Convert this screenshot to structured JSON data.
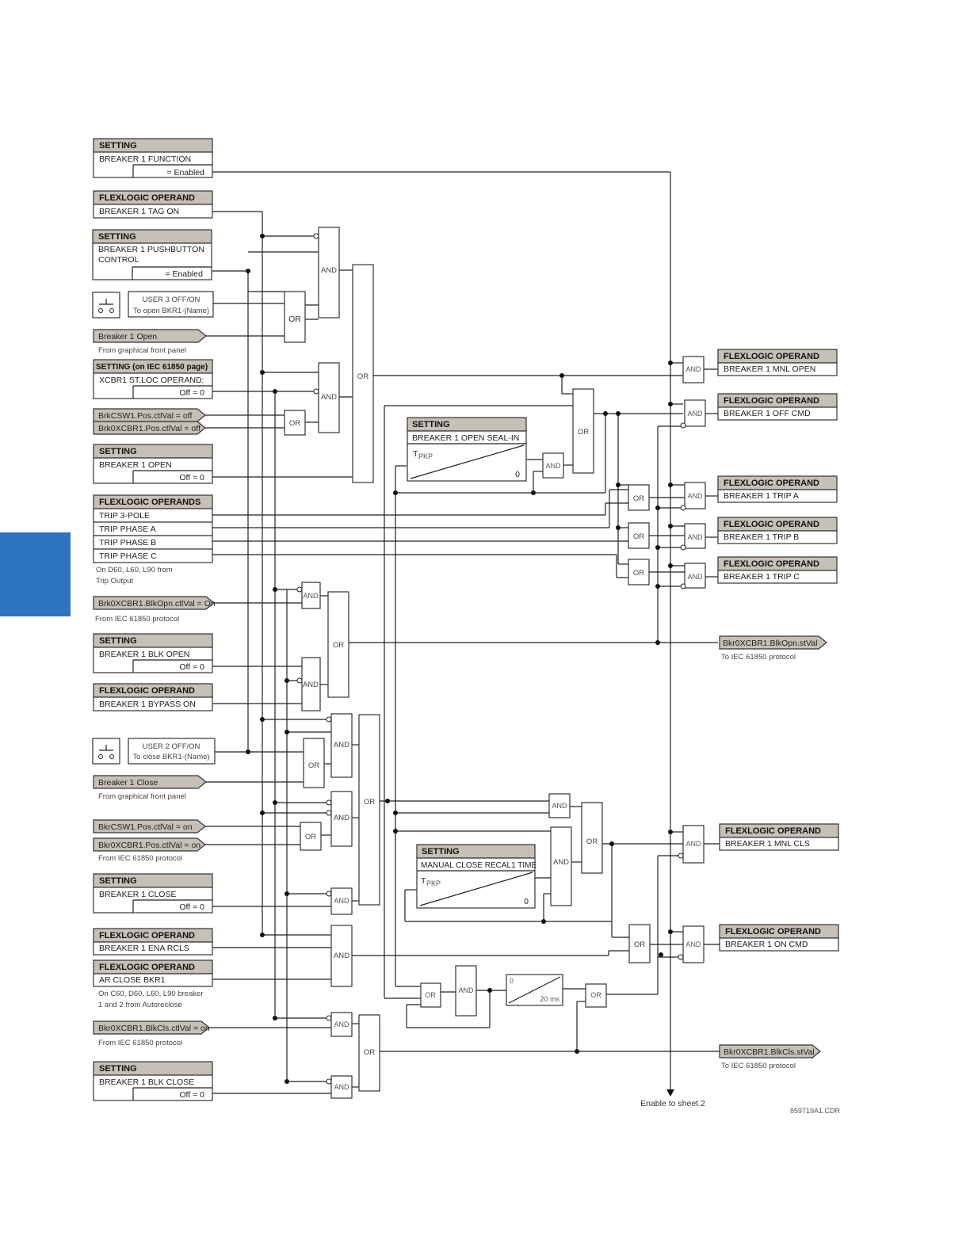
{
  "figure_id": "859719A1.CDR",
  "inputs": {
    "set_function": {
      "hdr": "SETTING",
      "l1": "BREAKER 1 FUNCTION",
      "val": "= Enabled"
    },
    "fl_tag_on": {
      "hdr": "FLEXLOGIC OPERAND",
      "l1": "BREAKER 1 TAG ON"
    },
    "set_pushbutton": {
      "hdr": "SETTING",
      "l1": "BREAKER 1 PUSHBUTTON",
      "l2": "CONTROL",
      "val": "= Enabled"
    },
    "user3": {
      "l1": "USER 3 OFF/ON",
      "l2": "To open BKR1-(Name)"
    },
    "brk_open_panel": {
      "label": "Breaker 1 Open",
      "note": "From graphical front panel"
    },
    "iec_loc": {
      "hdr": "SETTING (on IEC 61850 page)",
      "l1": "XCBR1 ST.LOC OPERAND:",
      "val": "Off = 0"
    },
    "brkcsw_off": {
      "label": "BrkCSW1.Pos.ctlVal = off"
    },
    "brkxcbr_off": {
      "label": "Brk0XCBR1.Pos.ctlVal = off"
    },
    "set_open": {
      "hdr": "SETTING",
      "l1": "BREAKER 1 OPEN",
      "val": "Off = 0"
    },
    "fl_trip": {
      "hdr": "FLEXLOGIC OPERANDS",
      "rows": [
        "TRIP 3-POLE",
        "TRIP PHASE A",
        "TRIP PHASE B",
        "TRIP PHASE C"
      ],
      "note1": "On D60, L60, L90 from",
      "note2": "Trip Output"
    },
    "blkopn_ctl": {
      "label": "Brk0XCBR1.BlkOpn.ctlVal = On",
      "note": "From IEC 61850 protocol"
    },
    "set_blk_open": {
      "hdr": "SETTING",
      "l1": "BREAKER 1 BLK OPEN",
      "val": "Off = 0"
    },
    "fl_bypass": {
      "hdr": "FLEXLOGIC OPERAND",
      "l1": "BREAKER 1 BYPASS ON"
    },
    "user2": {
      "l1": "USER 2 OFF/ON",
      "l2": "To close BKR1-(Name)"
    },
    "brk_close_panel": {
      "label": "Breaker 1 Close",
      "note": "From graphical front panel"
    },
    "brkcsw_on": {
      "label": "BkrCSW1.Pos.ctlVal = on"
    },
    "brkxcbr_on": {
      "label": "Bkr0XCBR1.Pos.ctlVal = on",
      "note": "From IEC 61850 protocol"
    },
    "set_close": {
      "hdr": "SETTING",
      "l1": "BREAKER 1 CLOSE",
      "val": "Off = 0"
    },
    "fl_ena_rcls": {
      "hdr": "FLEXLOGIC OPERAND",
      "l1": "BREAKER 1 ENA RCLS"
    },
    "fl_ar_close": {
      "hdr": "FLEXLOGIC OPERAND",
      "l1": "AR CLOSE BKR1",
      "note1": "On C60, D60, L60, L90 breaker",
      "note2": "1 and 2 from Autoreclose"
    },
    "blkcls_ctl": {
      "label": "Bkr0XCBR1.BlkCls.ctlVal = on",
      "note": "From IEC 61850 protocol"
    },
    "set_blk_close": {
      "hdr": "SETTING",
      "l1": "BREAKER 1 BLK CLOSE",
      "val": "Off = 0"
    }
  },
  "timers": {
    "seal_in": {
      "hdr": "SETTING",
      "l1": "BREAKER 1 OPEN SEAL-IN",
      "tpkp": "T",
      "sub": "PKP",
      "zero": "0"
    },
    "recal": {
      "hdr": "SETTING",
      "l1": "MANUAL CLOSE RECAL1 TIME",
      "tpkp": "T",
      "sub": "PKP",
      "zero": "0"
    },
    "pulse": {
      "zero": "0",
      "time": "20 ms"
    }
  },
  "outputs": {
    "mnl_open": {
      "hdr": "FLEXLOGIC OPERAND",
      "l1": "BREAKER 1 MNL OPEN"
    },
    "off_cmd": {
      "hdr": "FLEXLOGIC OPERAND",
      "l1": "BREAKER 1 OFF CMD"
    },
    "trip_a": {
      "hdr": "FLEXLOGIC OPERAND",
      "l1": "BREAKER 1 TRIP A"
    },
    "trip_b": {
      "hdr": "FLEXLOGIC OPERAND",
      "l1": "BREAKER 1 TRIP B"
    },
    "trip_c": {
      "hdr": "FLEXLOGIC OPERAND",
      "l1": "BREAKER 1 TRIP C"
    },
    "blkopn_st": {
      "label": "Bkr0XCBR1.BlkOpn.stVal",
      "note": "To IEC 61850 protocol"
    },
    "mnl_cls": {
      "hdr": "FLEXLOGIC OPERAND",
      "l1": "BREAKER 1 MNL CLS"
    },
    "on_cmd": {
      "hdr": "FLEXLOGIC OPERAND",
      "l1": "BREAKER 1 ON CMD"
    },
    "blkcls_st": {
      "label": "Bkr0XCBR1.BlkCls.stVal",
      "note": "To IEC 61850 protocol"
    },
    "enable": {
      "label": "Enable to sheet 2"
    }
  },
  "gates": {
    "and": "AND",
    "or": "OR"
  },
  "colors": {
    "header_fill": "#c6c0b7",
    "page_tab": "#2e74c0",
    "line": "#222222"
  }
}
